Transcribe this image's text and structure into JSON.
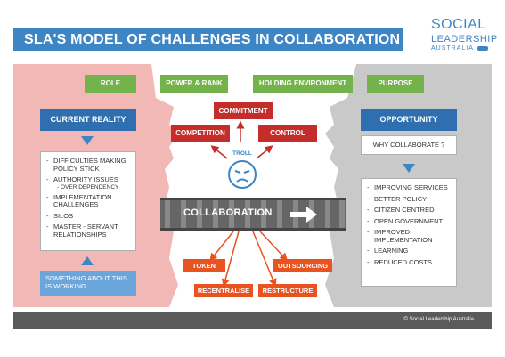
{
  "title": "SLA'S MODEL OF CHALLENGES IN COLLABORATION",
  "logo": {
    "line1": "SOCIAL",
    "line2": "LEADERSHIP",
    "line3": "AUSTRALIA"
  },
  "top_labels": [
    "ROLE",
    "POWER & RANK",
    "HOLDING ENVIRONMENT",
    "PURPOSE"
  ],
  "current_reality": {
    "heading": "CURRENT REALITY",
    "items": [
      "DIFFICULTIES MAKING POLICY STICK",
      "AUTHORITY ISSUES",
      "IMPLEMENTATION CHALLENGES",
      "SILOS",
      "MASTER - SERVANT RELATIONSHIPS"
    ],
    "sub_item": "- OVER DEPENDENCY",
    "something": "SOMETHING ABOUT THIS IS WORKING"
  },
  "opportunity": {
    "heading": "OPPORTUNITY",
    "question": "WHY COLLABORATE ?",
    "items": [
      "IMPROVING SERVICES",
      "BETTER POLICY",
      "CITIZEN CENTRED",
      "OPEN GOVERNMENT",
      "IMPROVED IMPLEMENTATION",
      "LEARNING",
      "REDUCED COSTS"
    ]
  },
  "top_challenges": {
    "commitment": "COMMITMENT",
    "competition": "COMPETITION",
    "control": "CONTROL"
  },
  "troll": "TROLL",
  "collaboration": "COLLABORATION",
  "bottom_challenges": {
    "token": "TOKEN",
    "outsourcing": "OUTSOURCING",
    "recentralise": "RECENTRALISE",
    "restructure": "RESTRUCTURE"
  },
  "footer": "© Social Leadership Australia",
  "colors": {
    "blue": "#3e85c6",
    "green": "#74b34b",
    "red": "#c42d2a",
    "orange": "#e8531f",
    "pink": "#f2b8b5",
    "grey": "#c9c9c9"
  }
}
